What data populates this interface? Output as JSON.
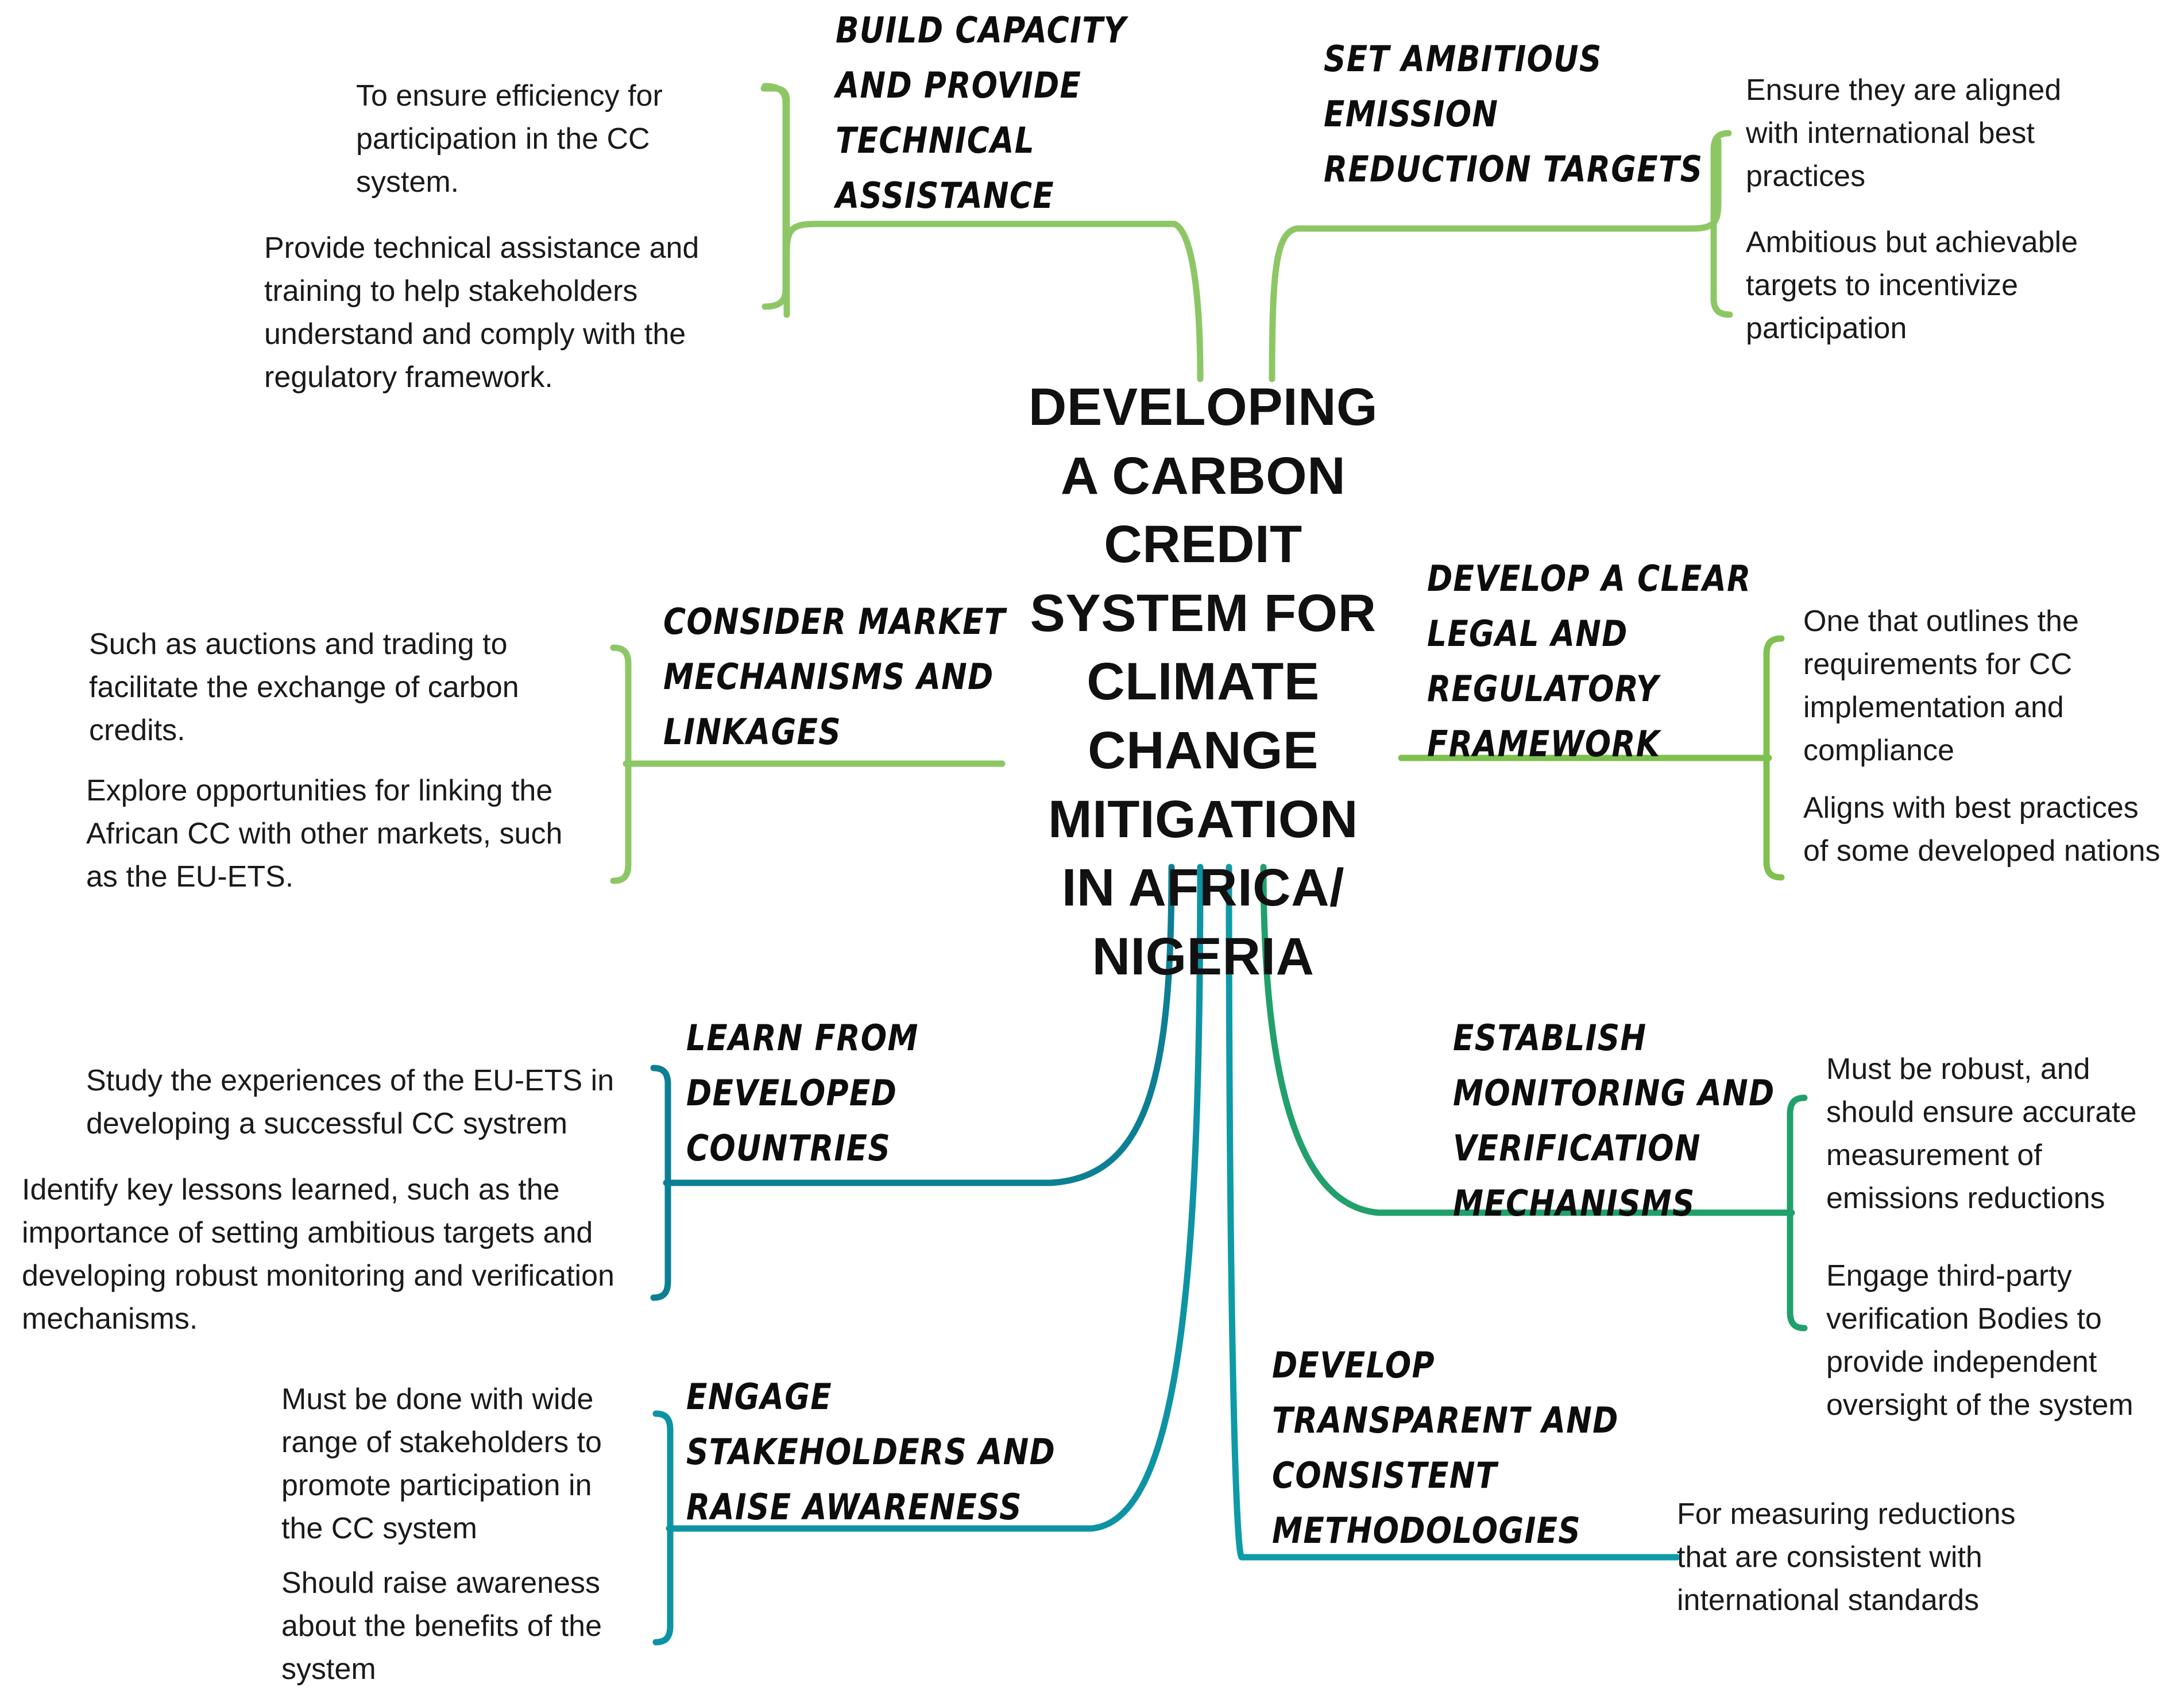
{
  "center": {
    "title": "DEVELOPING A CARBON CREDIT SYSTEM FOR CLIMATE CHANGE MITIGATION IN AFRICA/ NIGERIA"
  },
  "colors": {
    "light_green": "#8DC765",
    "mid_green": "#7FC04F",
    "emerald": "#22A06B",
    "teal_bright": "#0E93A5",
    "teal_dark": "#0C7F94",
    "teal_mid": "#0E9BA8",
    "text": "#1a1a1a",
    "background": "#ffffff"
  },
  "branches": [
    {
      "id": "build-capacity",
      "label": "BUILD CAPACITY\nAND PROVIDE\nTECHNICAL\nASSISTANCE",
      "color": "#8DC765",
      "side": "left",
      "leaves": [
        "To ensure efficiency for participation in the CC system.",
        "Provide technical assistance and training to help stakeholders understand and comply with the regulatory framework."
      ]
    },
    {
      "id": "emission-targets",
      "label": "SET AMBITIOUS\nEMISSION\nREDUCTION TARGETS",
      "color": "#8DC765",
      "side": "right",
      "leaves": [
        "Ensure they are aligned with international best practices",
        "Ambitious but achievable targets to incentivize participation"
      ]
    },
    {
      "id": "market-mechanisms",
      "label": "CONSIDER MARKET\nMECHANISMS AND\nLINKAGES",
      "color": "#8DC765",
      "side": "left",
      "leaves": [
        "Such as auctions and trading to facilitate the exchange of carbon credits.",
        "Explore opportunities for linking the African CC with other markets, such as the EU-ETS."
      ]
    },
    {
      "id": "legal-framework",
      "label": "DEVELOP A CLEAR\nLEGAL AND\nREGULATORY\nFRAMEWORK",
      "color": "#7FC04F",
      "side": "right",
      "leaves": [
        "One that outlines the requirements for CC implementation and compliance",
        "Aligns with best practices of some developed nations"
      ]
    },
    {
      "id": "learn-developed",
      "label": "LEARN FROM\nDEVELOPED\nCOUNTRIES",
      "color": "#0C7F94",
      "side": "left",
      "leaves": [
        "Study the experiences of the EU-ETS in developing a successful CC systrem",
        "Identify key lessons learned, such as the importance of setting ambitious targets and developing robust monitoring and verification mechanisms."
      ]
    },
    {
      "id": "engage-stakeholders",
      "label": "ENGAGE\nSTAKEHOLDERS AND\nRAISE AWARENESS",
      "color": "#0E93A5",
      "side": "left",
      "leaves": [
        "Must be done with wide range of stakeholders to promote participation in the CC system",
        "Should raise awareness about the benefits of the system"
      ]
    },
    {
      "id": "monitoring-verification",
      "label": "ESTABLISH\nMONITORING AND\nVERIFICATION\nMECHANISMS",
      "color": "#22A06B",
      "side": "right",
      "leaves": [
        "Must be robust, and should ensure accurate measurement of emissions reductions",
        "Engage third-party verification Bodies to provide independent oversight of the system"
      ]
    },
    {
      "id": "methodologies",
      "label": "DEVELOP\nTRANSPARENT AND\nCONSISTENT\nMETHODOLOGIES",
      "color": "#0E9BA8",
      "side": "right",
      "leaves": [
        "For measuring reductions that are consistent with international standards"
      ]
    }
  ]
}
